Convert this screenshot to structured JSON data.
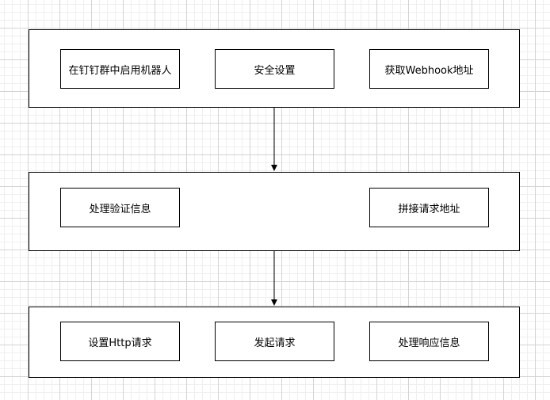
{
  "groups": [
    {
      "nodes": [
        "在钉钉群中启用机器人",
        "安全设置",
        "获取Webhook地址"
      ]
    },
    {
      "nodes": [
        "处理验证信息",
        "拼接请求地址"
      ]
    },
    {
      "nodes": [
        "设置Http请求",
        "发起请求",
        "处理响应信息"
      ]
    }
  ],
  "colors": {
    "stroke": "#000000",
    "fill": "#ffffff",
    "grid": "#d4d4d4"
  }
}
